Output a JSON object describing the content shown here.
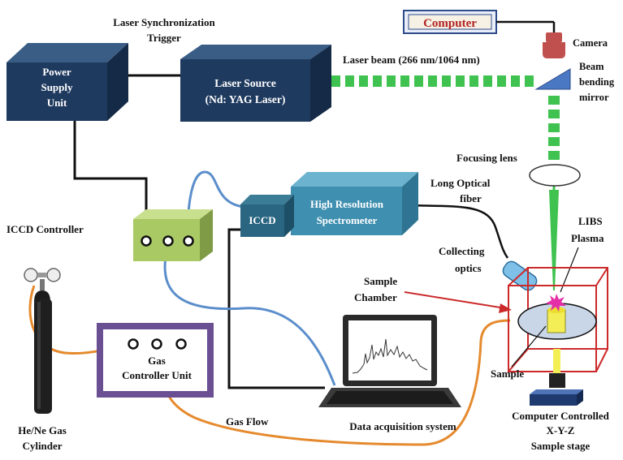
{
  "labels": {
    "laser_sync_trigger_1": "Laser Synchronization",
    "laser_sync_trigger_2": "Trigger",
    "computer": "Computer",
    "camera": "Camera",
    "laser_beam": "Laser beam (266 nm/1064 nm)",
    "beam_bending_1": "Beam",
    "beam_bending_2": "bending",
    "beam_bending_3": "mirror",
    "power_supply_1": "Power",
    "power_supply_2": "Supply",
    "power_supply_3": "Unit",
    "laser_source_1": "Laser Source",
    "laser_source_2": "(Nd: YAG Laser)",
    "focusing_lens": "Focusing lens",
    "long_fiber_1": "Long Optical",
    "long_fiber_2": "fiber",
    "high_res_1": "High Resolution",
    "high_res_2": "Spectrometer",
    "iccd": "ICCD",
    "iccd_controller": "ICCD Controller",
    "libs_plasma_1": "LIBS",
    "libs_plasma_2": "Plasma",
    "collecting_1": "Collecting",
    "collecting_2": "optics",
    "sample_chamber_1": "Sample",
    "sample_chamber_2": "Chamber",
    "gas_ctrl_1": "Gas",
    "gas_ctrl_2": "Controller Unit",
    "sample": "Sample",
    "gas_cyl_1": "He/Ne Gas",
    "gas_cyl_2": "Cylinder",
    "gas_flow": "Gas Flow",
    "data_acq": "Data acquisition system",
    "stage_1": "Computer Controlled",
    "stage_2": "X-Y-Z",
    "stage_3": "Sample stage"
  },
  "colors": {
    "box_navy": "#1f3a5f",
    "spectrometer_teal": "#3f8fb0",
    "iccd_controller_green": "#a9c964",
    "beam_green": "#3fc24f",
    "fiber_blue": "#5b8ecb",
    "gas_orange": "#e58a2e",
    "gas_unit_purple": "#6a4f93",
    "chamber_red": "#cc2a2a",
    "computer_red_text": "#b22222",
    "camera_red": "#c0504d",
    "mirror_blue": "#4a78c2"
  }
}
